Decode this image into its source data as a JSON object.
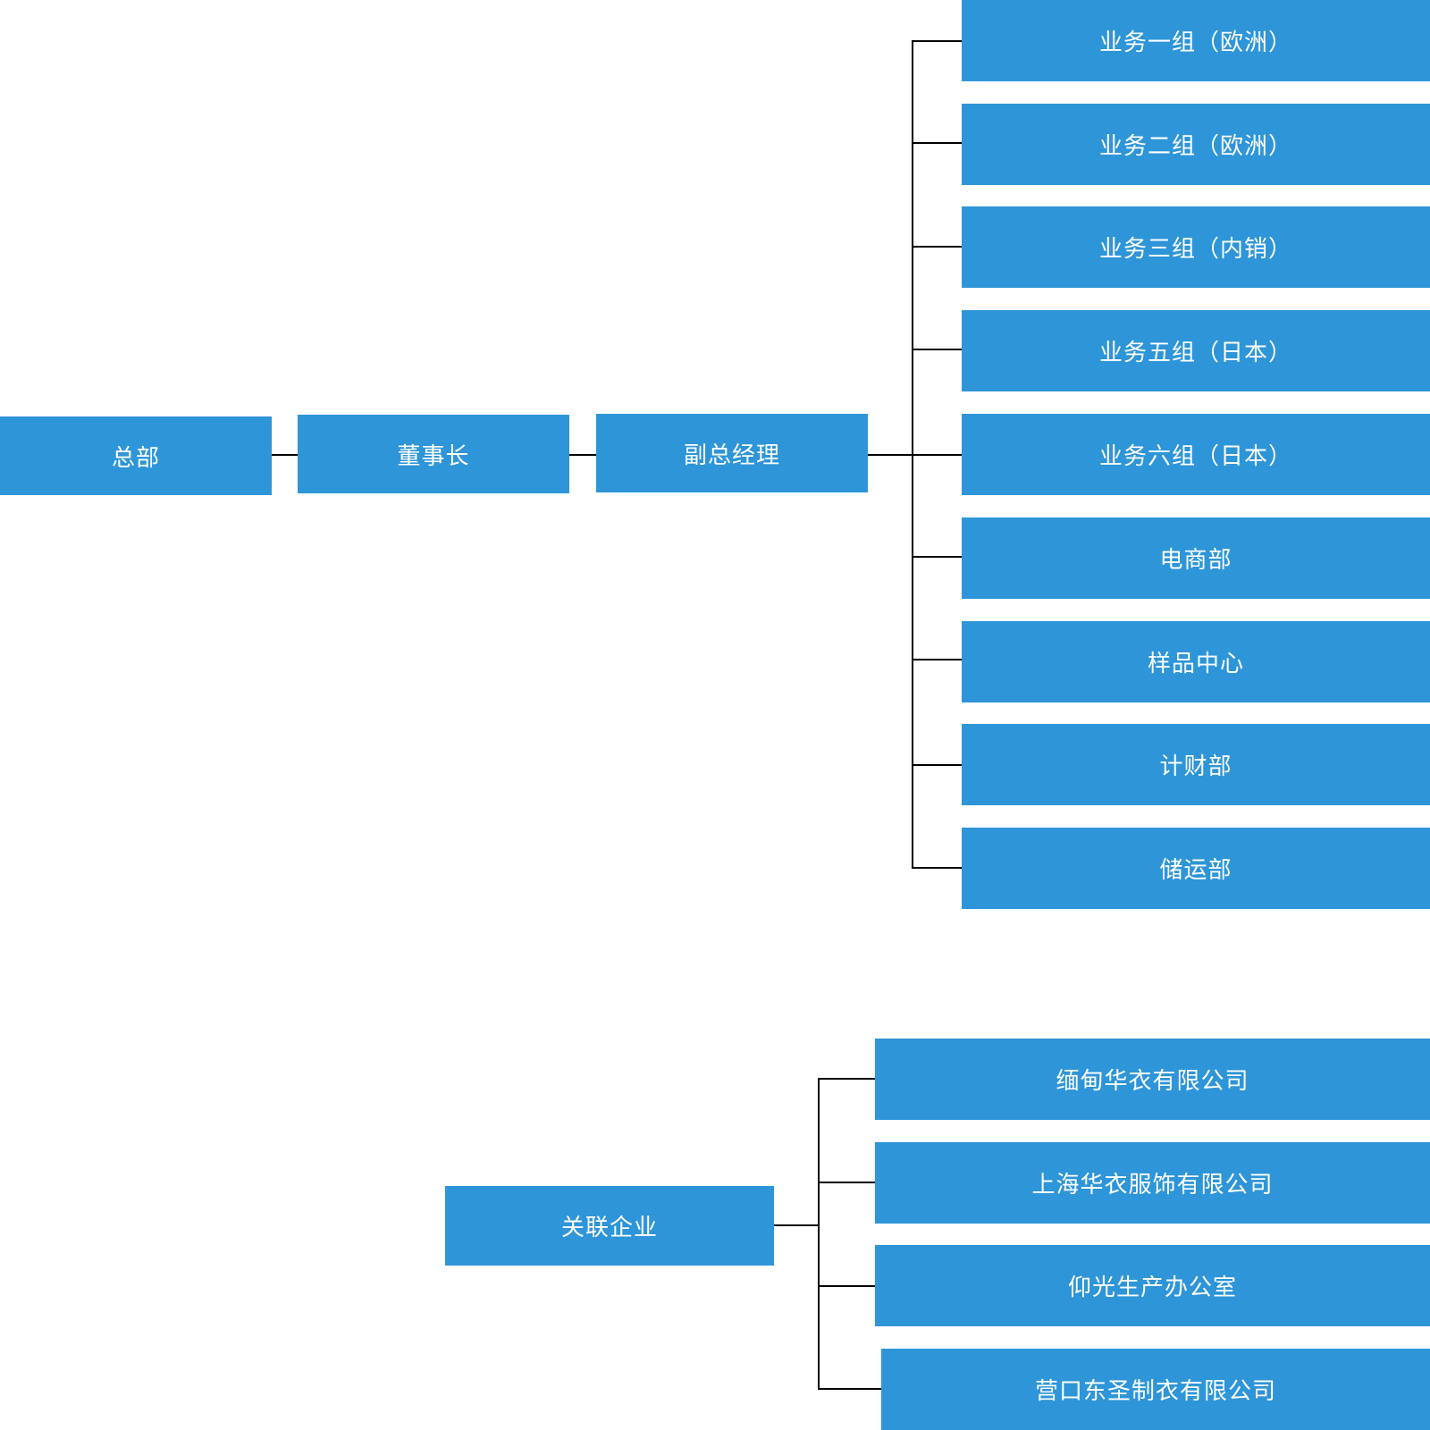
{
  "colors": {
    "box_fill": "#2e95d8",
    "box_text": "#ffffff",
    "connector": "#000000",
    "background": "#ffffff"
  },
  "main_chain": {
    "hq": "总部",
    "chairman": "董事长",
    "deputy_gm": "副总经理"
  },
  "departments": [
    "业务一组（欧洲）",
    "业务二组（欧洲）",
    "业务三组（内销）",
    "业务五组（日本）",
    "业务六组（日本）",
    "电商部",
    "样品中心",
    "计财部",
    "储运部"
  ],
  "affiliates": {
    "root": "关联企业",
    "companies": [
      "缅甸华衣有限公司",
      "上海华衣服饰有限公司",
      "仰光生产办公室",
      "营口东圣制衣有限公司"
    ]
  }
}
